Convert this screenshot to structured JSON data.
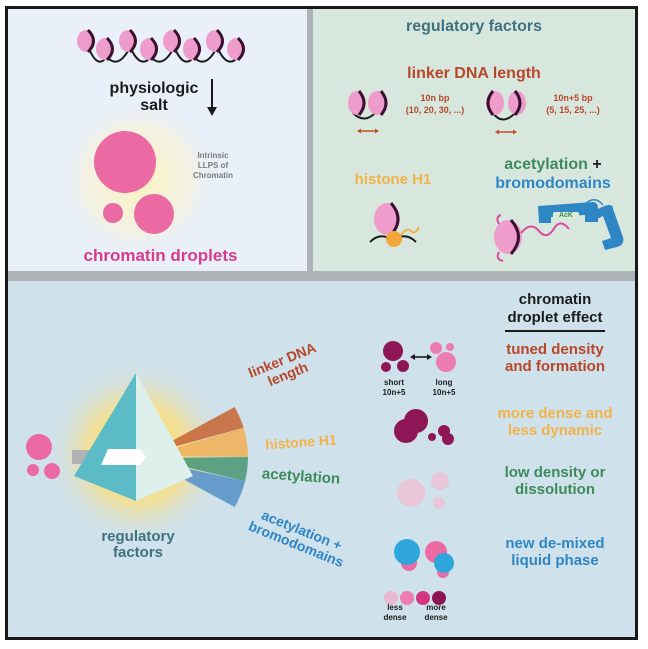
{
  "colors": {
    "droplet_pink": "#ec6aa4",
    "nucleosome_pink": "#ee9ccb",
    "dark_magenta": "#8e1656",
    "teal_title": "#3f7280",
    "linker_red": "#b8472a",
    "histone_orange": "#f2b24a",
    "acetyl_green": "#3e8a5c",
    "bromo_blue": "#2f86c4",
    "text_dark": "#1b1b1b",
    "grey_note": "#7a7a7a",
    "droplet_light": "#e8c6d8",
    "droplet_blue": "#2ea6dc"
  },
  "top_left": {
    "salt_label_line1": "physiologic",
    "salt_label_line2": "salt",
    "llps_note_line1": "Intrinsic",
    "llps_note_line2": "LLPS of",
    "llps_note_line3": "Chromatin",
    "droplets_label": "chromatin droplets"
  },
  "top_right": {
    "title": "regulatory factors",
    "linker": {
      "heading": "linker DNA length",
      "option_a_line1": "10n bp",
      "option_a_line2": "(10, 20, 30, ...)",
      "option_b_line1": "10n+5 bp",
      "option_b_line2": "(5, 15, 25, ...)"
    },
    "histone_label": "histone H1",
    "acetyl_label": "acetylation",
    "plus": "+",
    "bromo_label": "bromodomains",
    "ack_label": "AcK"
  },
  "bottom": {
    "prism_label_line1": "regulatory",
    "prism_label_line2": "factors",
    "beams": [
      {
        "label_line1": "linker DNA",
        "label_line2": "length",
        "color": "#c86a3c"
      },
      {
        "label_line1": "histone H1",
        "label_line2": "",
        "color": "#f0b25c"
      },
      {
        "label_line1": "acetylation",
        "label_line2": "",
        "color": "#4f9a78"
      },
      {
        "label_line1": "acetylation +",
        "label_line2": "bromodomains",
        "color": "#5a95c8"
      }
    ],
    "effect_heading_line1": "chromatin",
    "effect_heading_line2": "droplet effect",
    "effects": [
      {
        "line1": "tuned density",
        "line2": "and formation"
      },
      {
        "line1": "more dense and",
        "line2": "less dynamic"
      },
      {
        "line1": "low density or",
        "line2": "dissolution"
      },
      {
        "line1": "new de-mixed",
        "line2": "liquid phase"
      }
    ],
    "short_label_line1": "short",
    "short_label_line2": "10n+5",
    "long_label_line1": "long",
    "long_label_line2": "10n+5",
    "legend_less_line1": "less",
    "legend_less_line2": "dense",
    "legend_more_line1": "more",
    "legend_more_line2": "dense",
    "density_scale": [
      "#eab8d2",
      "#ec7cb2",
      "#d4357f",
      "#8e1656"
    ]
  }
}
